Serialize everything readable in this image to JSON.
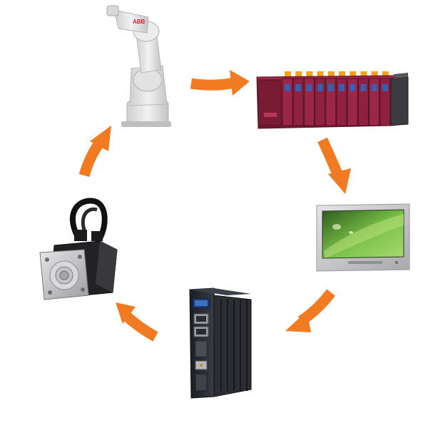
{
  "diagram": {
    "type": "cycle",
    "nodes": [
      {
        "id": "robot",
        "icon": "industrial-robot-arm-icon",
        "brand_mark": "ABB"
      },
      {
        "id": "plc",
        "icon": "plc-rack-icon"
      },
      {
        "id": "hmi",
        "icon": "hmi-touch-panel-icon"
      },
      {
        "id": "servo_drive",
        "icon": "servo-drive-icon"
      },
      {
        "id": "servo_motor",
        "icon": "servo-motor-icon"
      }
    ],
    "edges": [
      {
        "from": "robot",
        "to": "plc"
      },
      {
        "from": "plc",
        "to": "hmi"
      },
      {
        "from": "hmi",
        "to": "servo_drive"
      },
      {
        "from": "servo_drive",
        "to": "servo_motor"
      },
      {
        "from": "servo_motor",
        "to": "robot"
      }
    ]
  },
  "colors": {
    "arrow": "#f07b22",
    "plc_body": "#8b1f3a",
    "plc_dark": "#3c3c40",
    "plc_tab": "#f3a21b",
    "robot": "#e9e9e9",
    "drive_body": "#24262b",
    "hmi_frame": "#c9c9cc",
    "hmi_screen": "#5c9a34",
    "motor_body": "#222225",
    "motor_face": "#c8c8cc"
  }
}
